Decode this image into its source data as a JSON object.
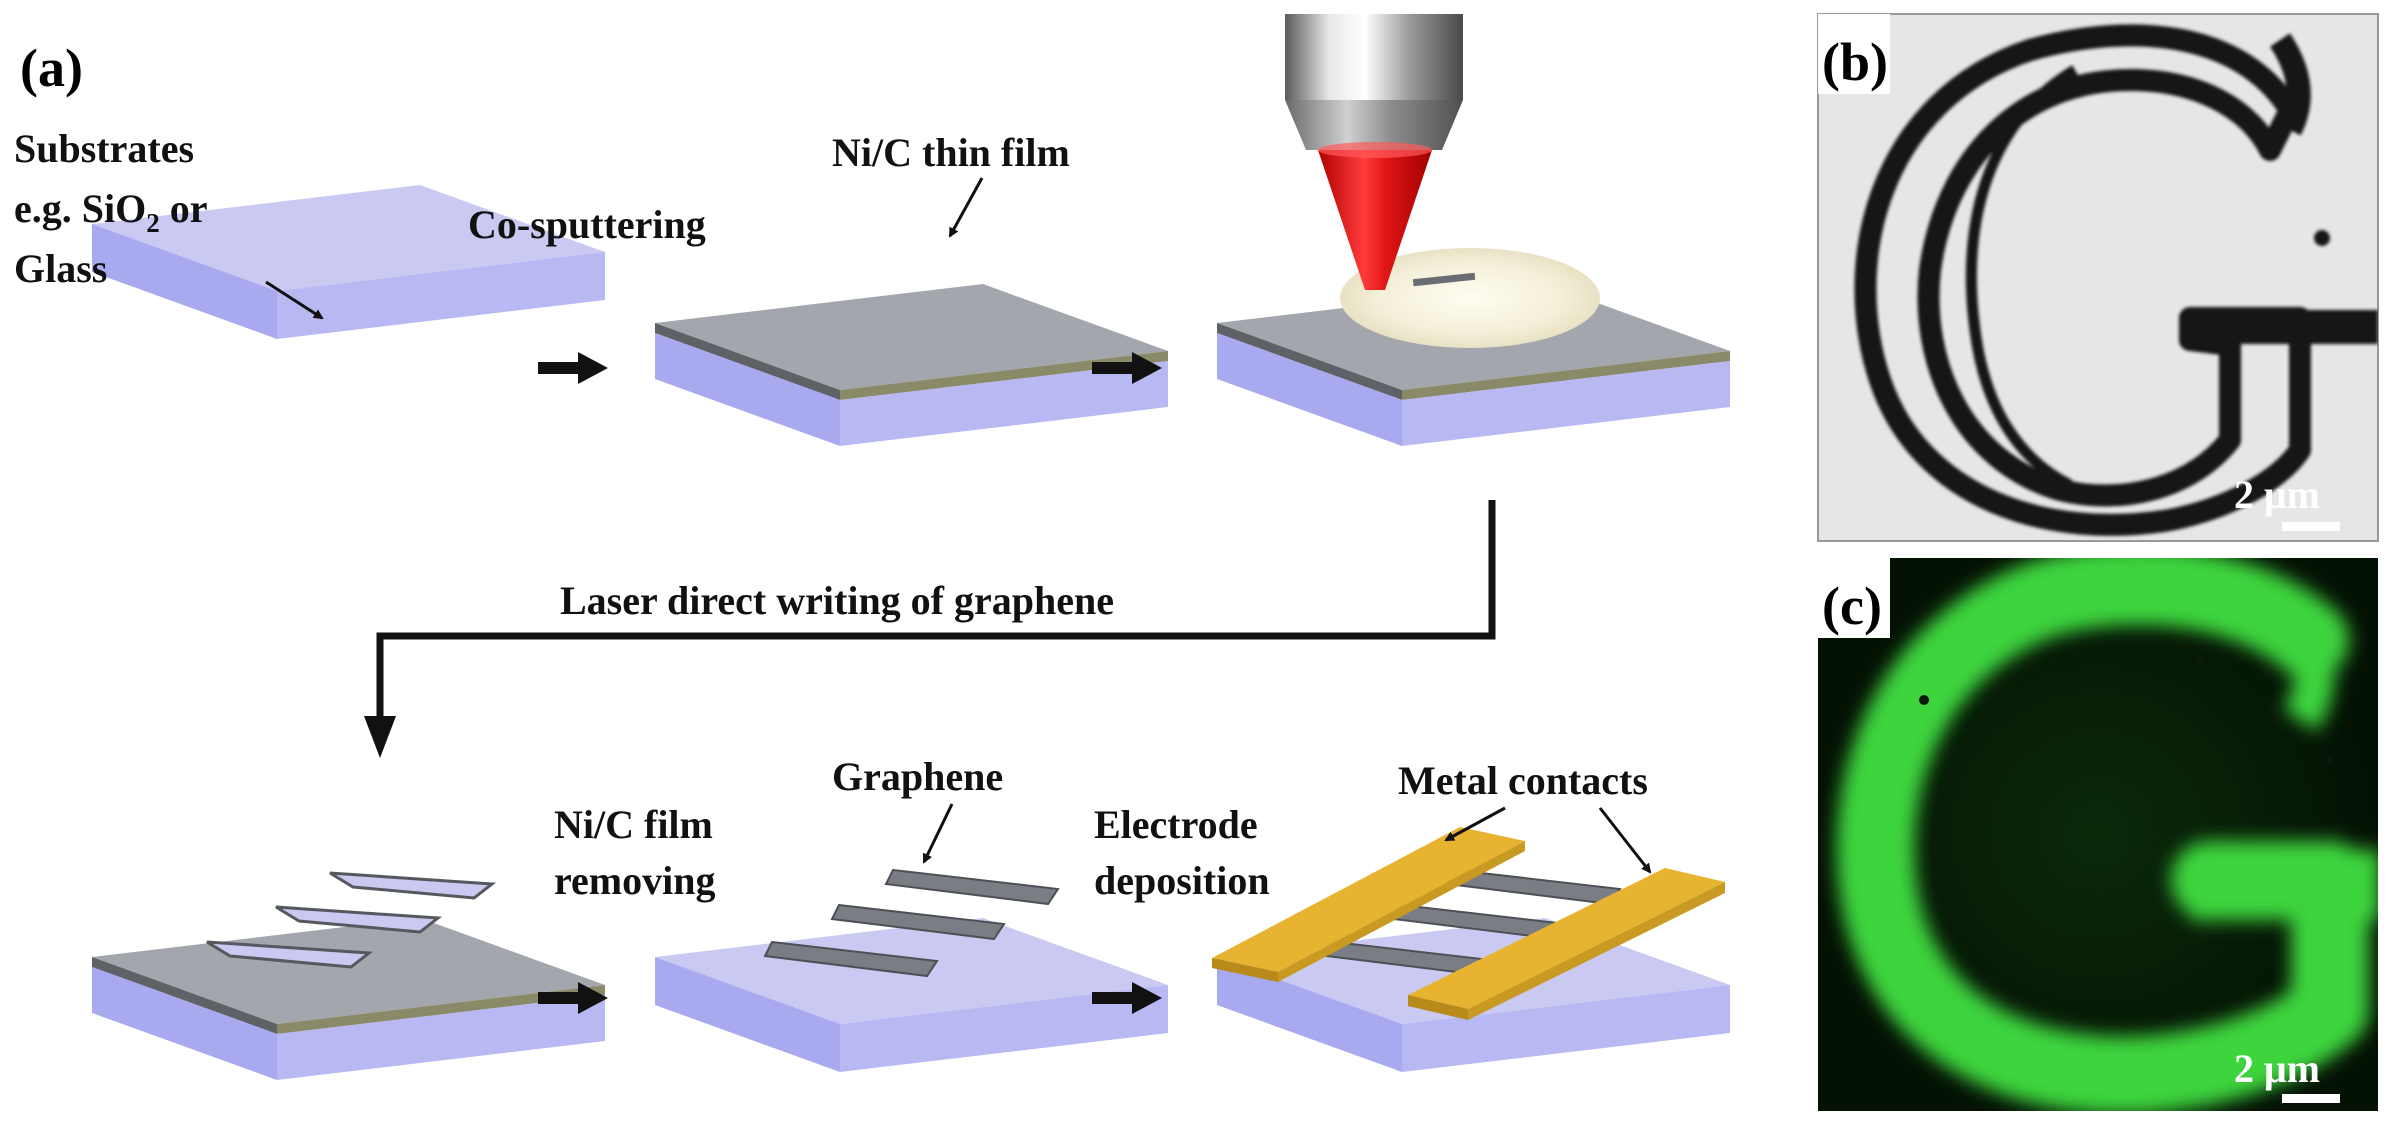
{
  "panels": {
    "a": "(a)",
    "b": "(b)",
    "c": "(c)"
  },
  "labels": {
    "substrates": "Substrates",
    "eg_prefix": "e.g. SiO",
    "eg_sub": "2",
    "eg_suffix": " or",
    "glass": "Glass",
    "cosputtering": "Co-sputtering",
    "nic_thin_film": "Ni/C thin film",
    "laser_writing": "Laser direct writing of graphene",
    "graphene": "Graphene",
    "nic_film_line1": "Ni/C film",
    "nic_film_line2": "removing",
    "electrode_line1": "Electrode",
    "electrode_line2": "deposition",
    "metal_contacts": "Metal contacts"
  },
  "scale_bars": {
    "b": "2 μm",
    "c": "2 μm"
  },
  "colors": {
    "substrate_top": "#c9c9f2",
    "substrate_front": "#a9a9ef",
    "substrate_side": "#b8b8f3",
    "film_top": "#a3a7ad",
    "film_edge": "#5e6266",
    "gold": "#e6b431",
    "gold_dark": "#b88a1a",
    "laser": "#e01515",
    "micrograph_bg": "#e6e6e6",
    "micrograph_ink": "#141414",
    "fluor_green": "#3cd43c",
    "fluor_bg": "#062006"
  }
}
